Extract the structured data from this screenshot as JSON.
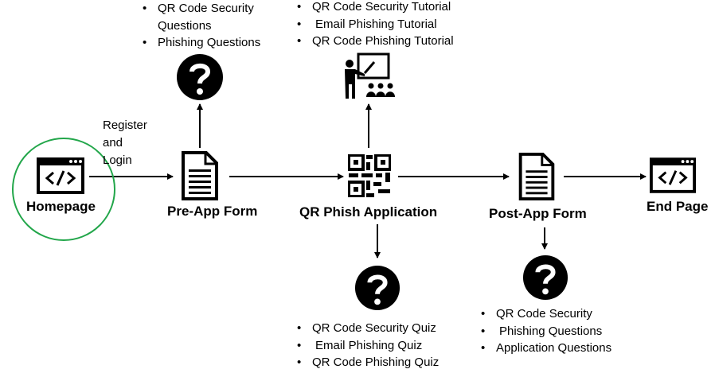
{
  "nodes": {
    "homepage": {
      "label": "Homepage"
    },
    "pre_app_form": {
      "label": "Pre-App Form"
    },
    "qr_phish_application": {
      "label": "QR Phish Application"
    },
    "post_app_form": {
      "label": "Post-App Form"
    },
    "end_page": {
      "label": "End Page"
    }
  },
  "edge_labels": {
    "register_and_login": [
      "Register",
      "and",
      "Login"
    ]
  },
  "lists": {
    "pre_app_questions": [
      "QR Code Security Questions",
      "Phishing Questions"
    ],
    "tutorials": [
      "QR Code Security Tutorial",
      "Email Phishing Tutorial",
      "QR Code Phishing Tutorial"
    ],
    "quizzes": [
      "QR Code Security Quiz",
      "Email Phishing Quiz",
      "QR Code Phishing Quiz"
    ],
    "post_app_questions": [
      "QR Code Security",
      "Phishing Questions",
      "Application Questions"
    ]
  },
  "colors": {
    "homepage_highlight": "#22a64a",
    "icon": "#000000",
    "line": "#000000"
  },
  "icons": {
    "homepage": "code-window-icon",
    "end_page": "code-window-icon",
    "pre_app_form": "document-icon",
    "post_app_form": "document-icon",
    "qr_phish_application": "qr-code-icon",
    "questions": "question-mark-icon",
    "tutorials": "presenter-icon"
  }
}
